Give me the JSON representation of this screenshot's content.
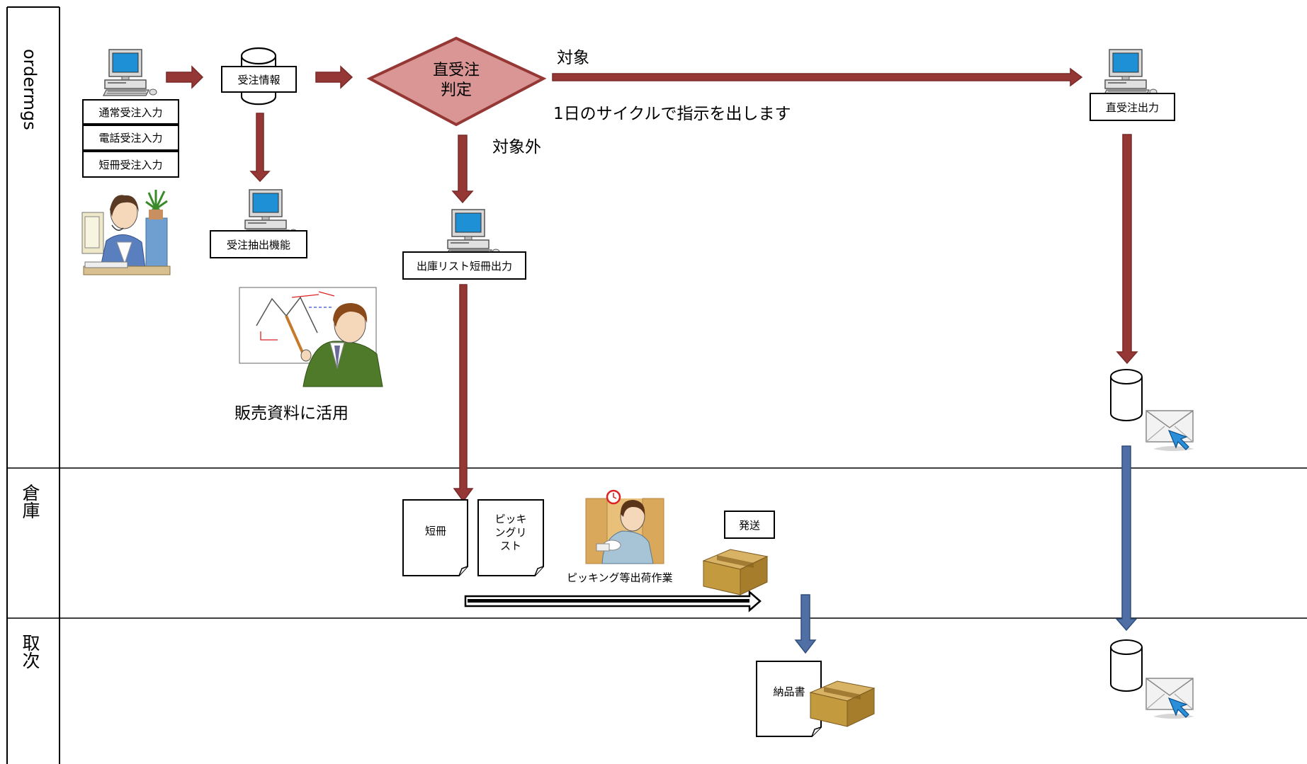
{
  "lanes": [
    {
      "label": "ordermgs"
    },
    {
      "label": "倉庫"
    },
    {
      "label": "取次"
    }
  ],
  "order_inputs": [
    "通常受注入力",
    "電話受注入力",
    "短冊受注入力"
  ],
  "order_info": "受注情報",
  "decision": {
    "line1": "直受注",
    "line2": "判定"
  },
  "target_label": "対象",
  "cycle_note": "1日のサイクルで指示を出します",
  "non_target_label": "対象外",
  "direct_output": "直受注出力",
  "extract_function": "受注抽出機能",
  "ship_list_output": "出庫リスト短冊出力",
  "sales_usage": "販売資料に活用",
  "warehouse": {
    "tanzaku": "短冊",
    "picking_list_lines": [
      "ピッキ",
      "ングリ",
      "スト"
    ],
    "picking_work": "ピッキング等出荷作業",
    "shipping": "発送"
  },
  "distributor": {
    "delivery_note": "納品書"
  },
  "colors": {
    "red_arrow": "#953735",
    "red_arrow_edge": "#7a2a28",
    "decision_fill": "#d99694",
    "decision_stroke": "#953735",
    "blue_arrow": "#4f6fa5",
    "blue_arrow_edge": "#2f4f7f",
    "box_brown": "#c49a3e",
    "monitor_blue": "#1e90d6"
  }
}
